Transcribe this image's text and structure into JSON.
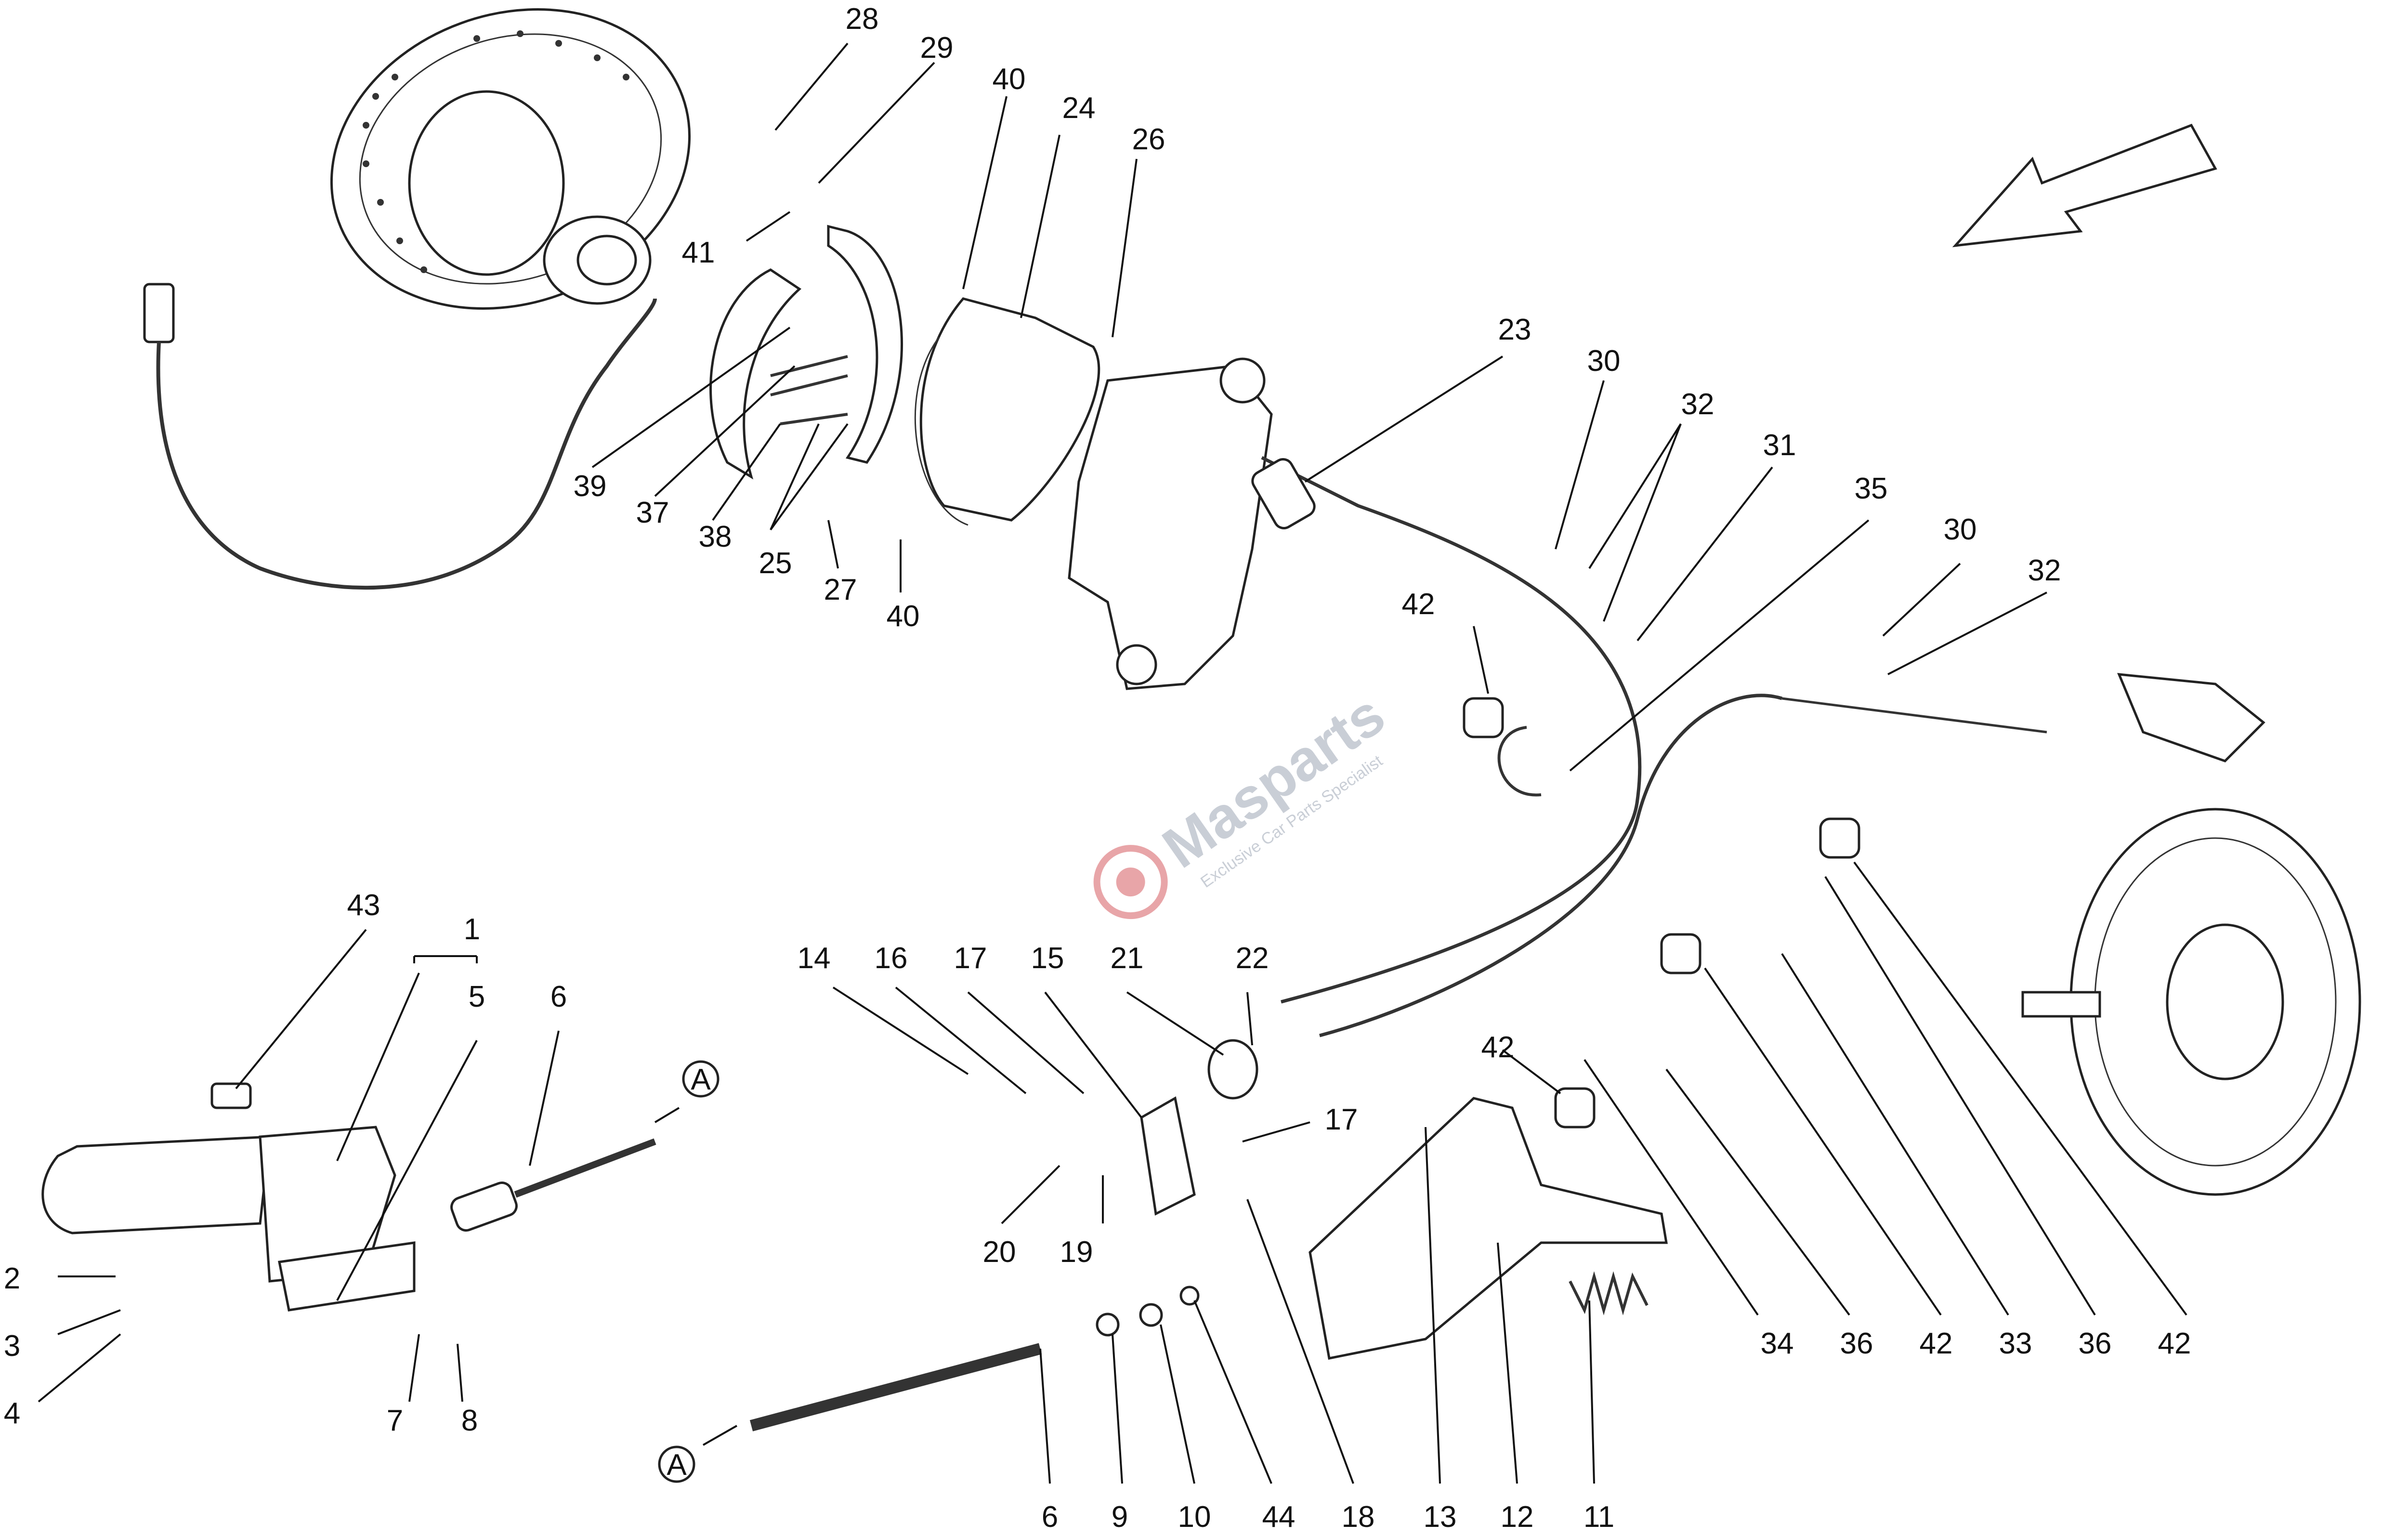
{
  "diagram": {
    "callouts": [
      {
        "id": "c28a",
        "label": "28"
      },
      {
        "id": "c29",
        "label": "29"
      },
      {
        "id": "c40a",
        "label": "40"
      },
      {
        "id": "c24",
        "label": "24"
      },
      {
        "id": "c26",
        "label": "26"
      },
      {
        "id": "c41",
        "label": "41"
      },
      {
        "id": "c39",
        "label": "39"
      },
      {
        "id": "c37",
        "label": "37"
      },
      {
        "id": "c38",
        "label": "38"
      },
      {
        "id": "c25",
        "label": "25"
      },
      {
        "id": "c27",
        "label": "27"
      },
      {
        "id": "c40b",
        "label": "40"
      },
      {
        "id": "c23",
        "label": "23"
      },
      {
        "id": "c30a",
        "label": "30"
      },
      {
        "id": "c32a",
        "label": "32"
      },
      {
        "id": "c31",
        "label": "31"
      },
      {
        "id": "c35",
        "label": "35"
      },
      {
        "id": "c42a",
        "label": "42"
      },
      {
        "id": "c30b",
        "label": "30"
      },
      {
        "id": "c32b",
        "label": "32"
      },
      {
        "id": "c43",
        "label": "43"
      },
      {
        "id": "c1",
        "label": "1"
      },
      {
        "id": "c5",
        "label": "5"
      },
      {
        "id": "c6a",
        "label": "6"
      },
      {
        "id": "c2",
        "label": "2"
      },
      {
        "id": "c3",
        "label": "3"
      },
      {
        "id": "c4",
        "label": "4"
      },
      {
        "id": "c7",
        "label": "7"
      },
      {
        "id": "c8",
        "label": "8"
      },
      {
        "id": "c14",
        "label": "14"
      },
      {
        "id": "c16",
        "label": "16"
      },
      {
        "id": "c17a",
        "label": "17"
      },
      {
        "id": "c15",
        "label": "15"
      },
      {
        "id": "c21",
        "label": "21"
      },
      {
        "id": "c22",
        "label": "22"
      },
      {
        "id": "c17b",
        "label": "17"
      },
      {
        "id": "c20",
        "label": "20"
      },
      {
        "id": "c19",
        "label": "19"
      },
      {
        "id": "c42b",
        "label": "42"
      },
      {
        "id": "c34",
        "label": "34"
      },
      {
        "id": "c36a",
        "label": "36"
      },
      {
        "id": "c42c",
        "label": "42"
      },
      {
        "id": "c33",
        "label": "33"
      },
      {
        "id": "c36b",
        "label": "36"
      },
      {
        "id": "c42d",
        "label": "42"
      },
      {
        "id": "c6b",
        "label": "6"
      },
      {
        "id": "c9",
        "label": "9"
      },
      {
        "id": "c10",
        "label": "10"
      },
      {
        "id": "c44",
        "label": "44"
      },
      {
        "id": "c18",
        "label": "18"
      },
      {
        "id": "c13",
        "label": "13"
      },
      {
        "id": "c12",
        "label": "12"
      },
      {
        "id": "c11",
        "label": "11"
      }
    ],
    "connector_label": "A",
    "watermark": {
      "brand": "Masparts",
      "tagline": "Exclusive Car Parts Specialist"
    }
  }
}
